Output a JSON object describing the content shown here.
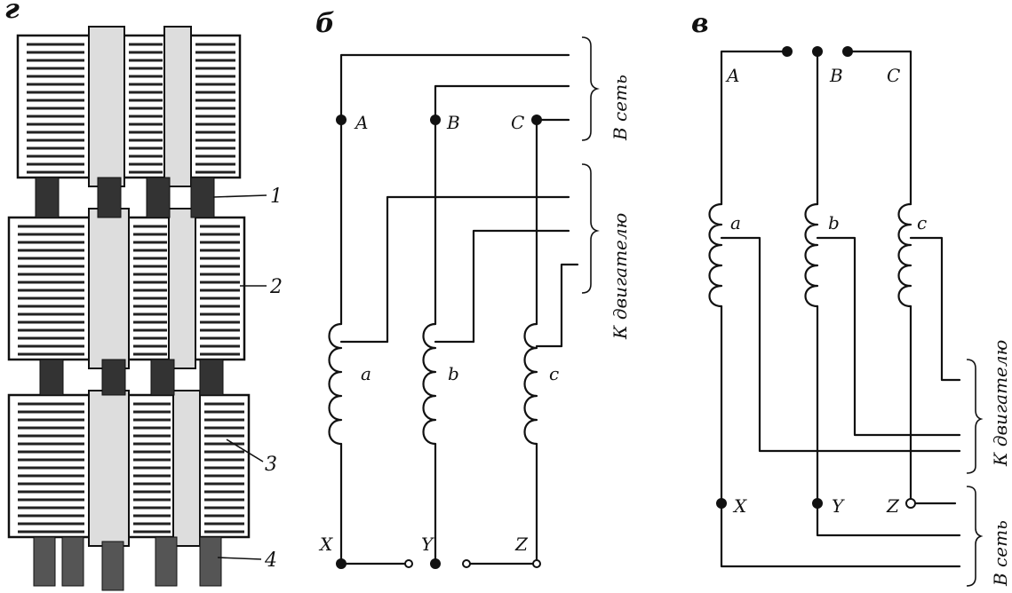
{
  "panels": {
    "g": {
      "letter": "г",
      "callouts": [
        "1",
        "2",
        "3",
        "4"
      ]
    },
    "b": {
      "letter": "б",
      "terminals": {
        "A": "A",
        "B": "B",
        "C": "C",
        "X": "X",
        "Y": "Y",
        "Z": "Z"
      },
      "windings": {
        "a": "a",
        "b": "b",
        "c": "c"
      },
      "brace_top": "В сеть",
      "brace_bottom": "К двигателю"
    },
    "v": {
      "letter": "в",
      "terminals": {
        "A": "A",
        "B": "B",
        "C": "C",
        "X": "X",
        "Y": "Y",
        "Z": "Z"
      },
      "windings": {
        "a": "a",
        "b": "b",
        "c": "c"
      },
      "brace_top": "К двигателю",
      "brace_bottom": "В сеть"
    }
  }
}
